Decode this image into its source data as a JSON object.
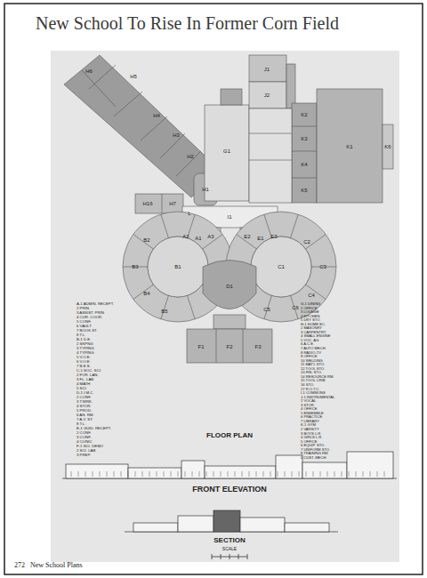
{
  "diagram": {
    "title": "New School To Rise In Former Corn Field",
    "labels": [
      "H6",
      "H5",
      "H4",
      "H3",
      "H2",
      "J1",
      "J2",
      "K2",
      "K3",
      "K1",
      "K6",
      "K4",
      "K5",
      "G1",
      "H1",
      "H16",
      "H7",
      "L",
      "I1",
      "A1",
      "A2",
      "A3",
      "E1",
      "E2",
      "E3",
      "B2",
      "B1",
      "C1",
      "C2",
      "B3",
      "B4",
      "D1",
      "C3",
      "C4",
      "B5",
      "C5",
      "C6",
      "F1",
      "F2",
      "F3",
      "FLOOR PLAN",
      "A-1 ADMIN. RECEPT.",
      "2 PRIN.",
      "3 ASSIST. PRIN.",
      "4 CUR. COOR.",
      "5 CONF.",
      "6 VAULT",
      "7 BOOK ST.",
      "8 T.L.",
      "B-1 D.E.",
      "2 SKPNG",
      "3 TYPING",
      "4 TYPING",
      "5 V.O.E.",
      "6 V.O.E.",
      "7 B.E.S.",
      "C-1 SOC. SCI.",
      "2 FOR. LAN.",
      "3 FL. LAB",
      "4 MATH",
      "5 SCI.",
      "D-1 I.M.C.",
      "2 CONF.",
      "3 T.WRK.",
      "4 STOR.",
      "5 PROD.",
      "6 AN. RM.",
      "7 A.V. ST.",
      "8 T.L.",
      "E-1 GUID. RECEPT.",
      "2 CONF.",
      "3 CONF.",
      "4 CLINIC",
      "F-1 SCI. DEMO",
      "2 SCI. LAB",
      "3 PREP.",
      "G-1 DINING",
      "2 OFFICE",
      "3 LOUNGE",
      "4 KITCHEN",
      "5 DRY STO.",
      "H-1 HOME EC.",
      "2 MASONRY",
      "3 CARPENTRY",
      "4 SMALL ENGINE",
      "5 VOC. AG.",
      "6 A.C.E.",
      "7 AUTO MECH.",
      "8 RADIO-TV",
      "9 OFFICE",
      "10 WELDING",
      "11 MAT'L STO.",
      "12 TOOL STO.",
      "13 FIN. STO.",
      "14 RESOURCE RM.",
      "15 TOOL CRIB",
      "16 STO.",
      "17 R.O.T.C.",
      "I-1 COMMONS",
      "J-1 INSTRUMENTAL",
      "2 VOCAL",
      "3 STOR.",
      "4 OFFICE",
      "5 ENSEMBLE",
      "6 PRACTICE",
      "7 LIBRARY",
      "K-1 GYM",
      "2 VARSITY",
      "3 BOYS L.R.",
      "4 GIRLS L.R.",
      "5 OFFICE",
      "6 EQUIP. STO.",
      "7 UNIFORM STO.",
      "8 TRAINING RM.",
      "L CUST.-MECH.",
      "FRONT ELEVATION",
      "SECTION",
      "SCALE",
      "272",
      "New School Plans"
    ]
  }
}
